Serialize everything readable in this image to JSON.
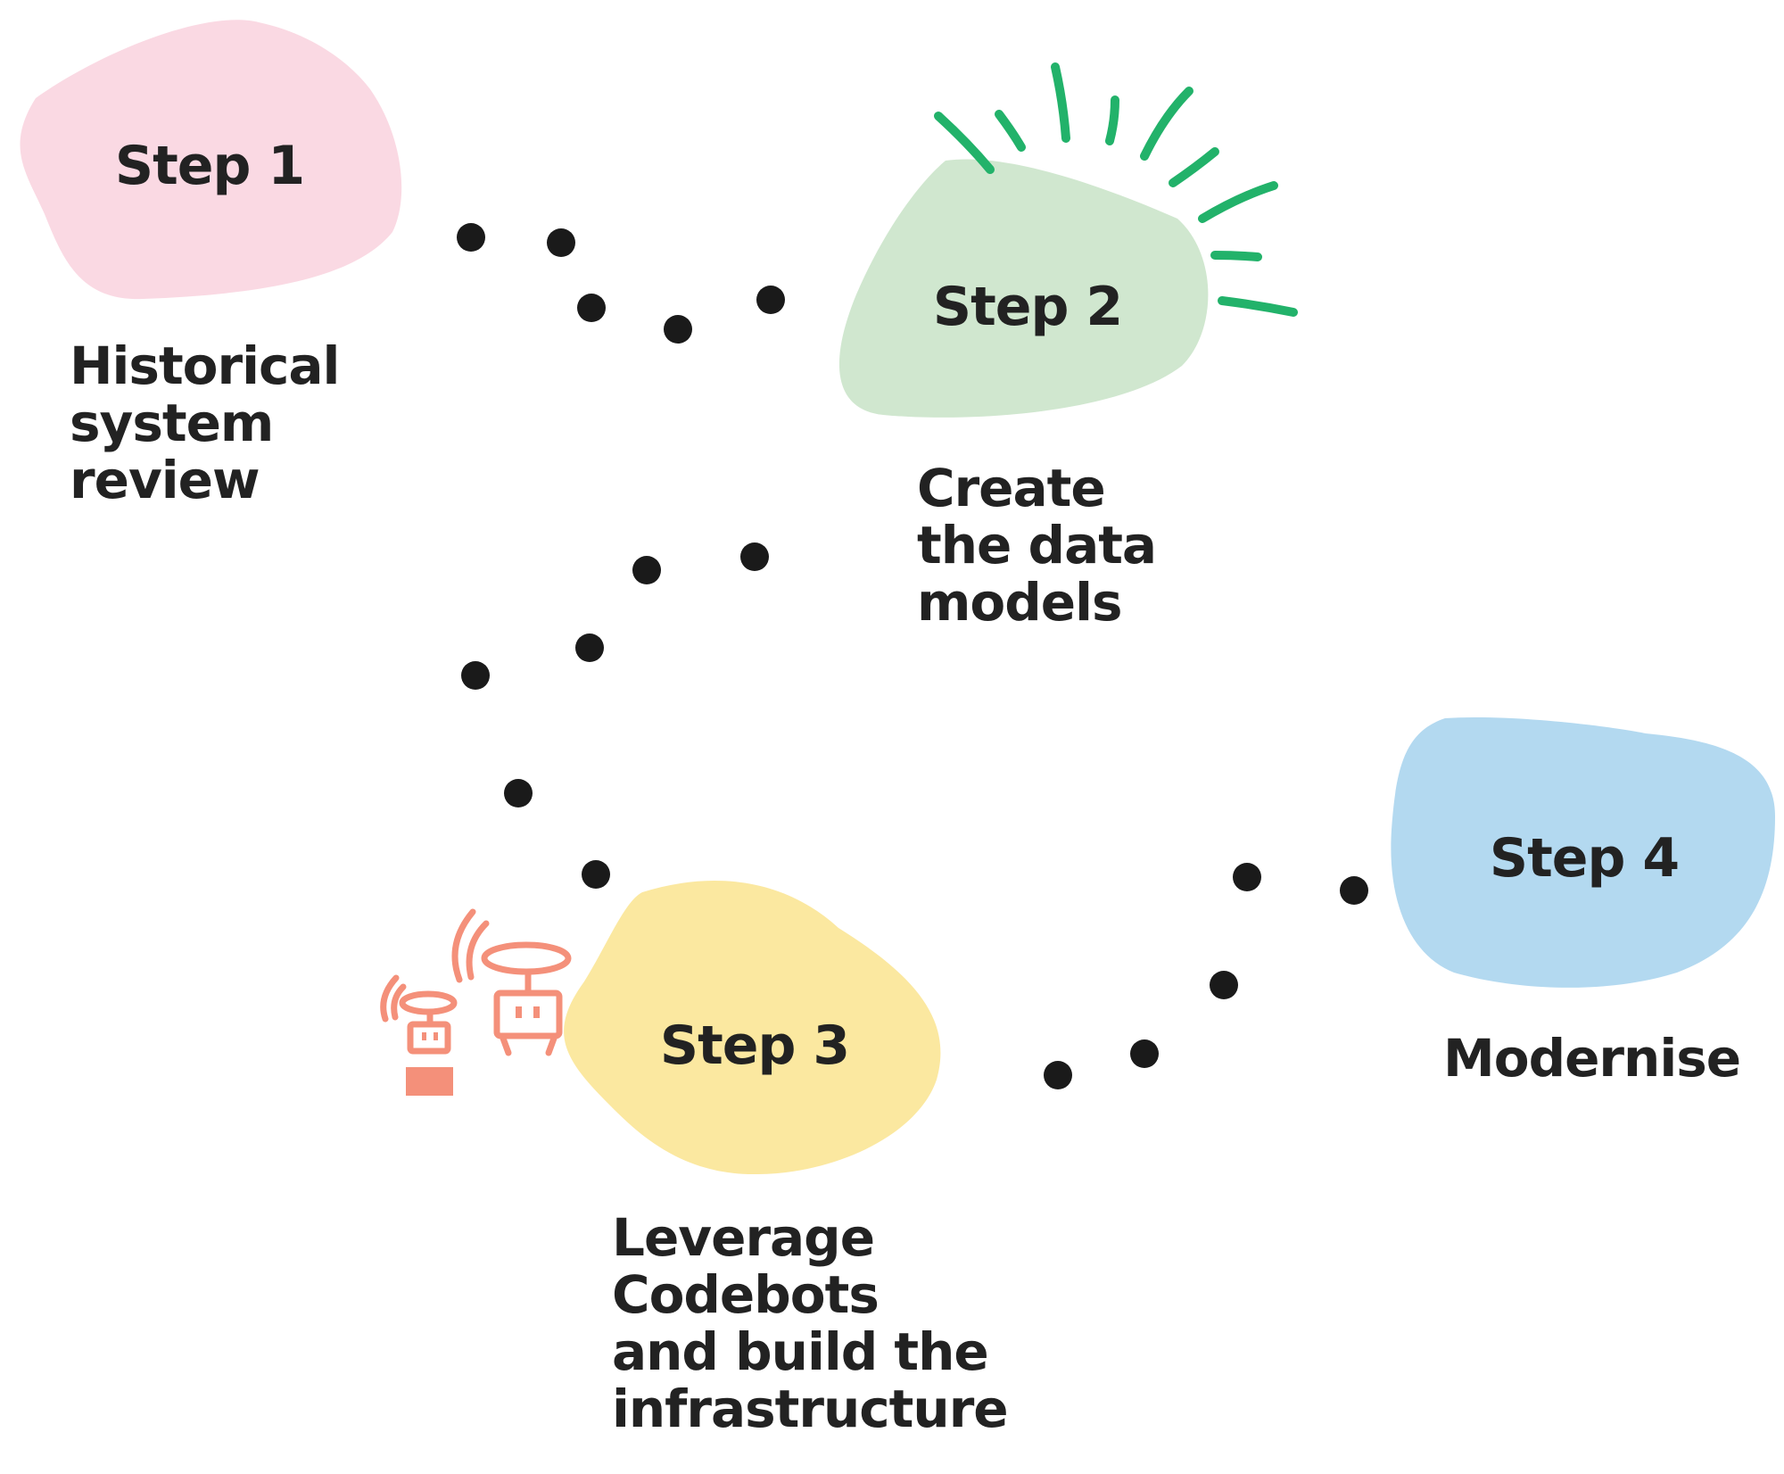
{
  "colors": {
    "step1_blob": "#fad9e3",
    "step2_blob": "#d0e7cf",
    "step3_blob": "#fbe8a0",
    "step4_blob": "#b3d9f0",
    "burst": "#22b26a",
    "robot": "#f4907a",
    "dots": "#1a1a1a",
    "text": "#222222"
  },
  "steps": [
    {
      "title": "Step 1",
      "description": [
        "Historical",
        "system",
        "review"
      ]
    },
    {
      "title": "Step 2",
      "description": [
        "Create",
        "the data",
        "models"
      ]
    },
    {
      "title": "Step 3",
      "description": [
        "Leverage",
        "Codebots",
        "and build the",
        "infrastructure"
      ]
    },
    {
      "title": "Step 4",
      "description": [
        "Modernise"
      ]
    }
  ],
  "icons": {
    "step2_decoration": "sunburst-lines-icon",
    "step3_decoration": "codebots-robots-icon"
  }
}
